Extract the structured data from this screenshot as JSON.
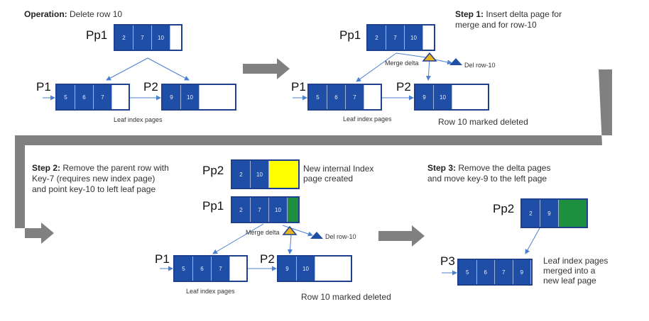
{
  "operation": {
    "label": "Operation:",
    "text": "Delete row 10"
  },
  "step1": {
    "label": "Step 1:",
    "line1": "Insert delta page for",
    "line2": "merge and for row-10"
  },
  "step2": {
    "label": "Step 2:",
    "line1": "Remove the parent row with",
    "line2": "Key-7 (requires new index page)",
    "line3": "and point key-10 to left leaf page"
  },
  "step3": {
    "label": "Step 3:",
    "line1": "Remove the delta pages",
    "line2": "and move key-9 to the left page"
  },
  "pages": {
    "pp1": "Pp1",
    "pp2": "Pp2",
    "p1": "P1",
    "p2": "P2",
    "p3": "P3"
  },
  "keys": {
    "k2": "2",
    "k5": "5",
    "k6": "6",
    "k7": "7",
    "k9": "9",
    "k10": "10"
  },
  "texts": {
    "leaf_pages": "Leaf index pages",
    "merge_delta": "Merge delta",
    "del_row": "Del row-10",
    "row10_deleted": "Row 10 marked deleted",
    "new_internal_1": "New internal Index",
    "new_internal_2": "page created",
    "merged_1": "Leaf index pages",
    "merged_2": "merged into a",
    "merged_3": "new leaf page"
  },
  "colors": {
    "key_blue": "#1f4ea6",
    "yellow": "#ffff00",
    "green": "#1e8f3e",
    "arrow_gray": "#808080"
  }
}
